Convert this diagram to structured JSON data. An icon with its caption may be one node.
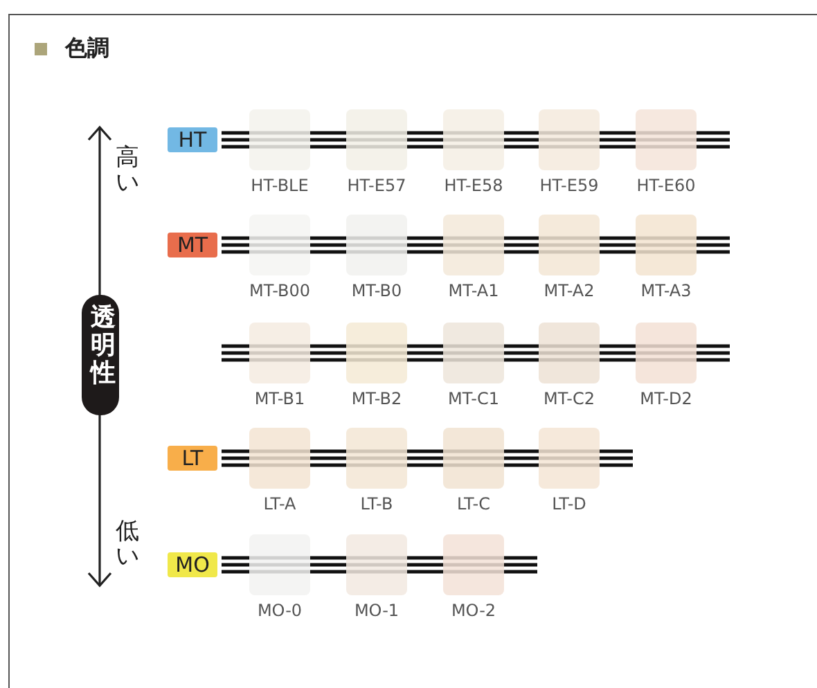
{
  "diagram": {
    "title": "色調",
    "nodes": [
      {
        "text": [
          "HT"
        ]
      },
      {
        "text": [],
        "shape": "box",
        "beside": [
          "HT-BLE"
        ]
      },
      {
        "text": [],
        "shape": "box",
        "beside": [
          "HT-E57"
        ]
      },
      {
        "text": [],
        "shape": "box",
        "beside": [
          "HT-E58"
        ]
      },
      {
        "text": [],
        "shape": "box",
        "beside": [
          "HT-E59"
        ]
      },
      {
        "text": [],
        "shape": "box",
        "beside": [
          "HT-E60"
        ]
      },
      {
        "text": [
          "MT"
        ]
      },
      {
        "text": [],
        "shape": "box",
        "beside": [
          "MT-B00"
        ]
      },
      {
        "text": [],
        "shape": "box",
        "beside": [
          "MT-B0"
        ]
      },
      {
        "text": [],
        "shape": "box",
        "beside": [
          "MT-A1"
        ]
      },
      {
        "text": [],
        "shape": "box",
        "beside": [
          "MT-A2"
        ]
      },
      {
        "text": [],
        "shape": "box",
        "beside": [
          "MT-A3"
        ]
      },
      {
        "text": [
          "透明性"
        ]
      },
      {
        "text": [],
        "shape": "box",
        "beside": [
          "MT-B1"
        ]
      },
      {
        "text": [],
        "shape": "box",
        "beside": [
          "MT-B2"
        ]
      },
      {
        "text": [],
        "shape": "box",
        "beside": [
          "MT-C1"
        ]
      },
      {
        "text": [],
        "shape": "box",
        "beside": [
          "MT-C2"
        ]
      },
      {
        "text": [],
        "shape": "box",
        "beside": [
          "MT-D2"
        ]
      },
      {
        "text": [
          "LT"
        ]
      },
      {
        "text": [],
        "shape": "box",
        "beside": [
          "LT-A"
        ]
      },
      {
        "text": [],
        "shape": "box",
        "beside": [
          "LT-B"
        ]
      },
      {
        "text": [],
        "shape": "box",
        "beside": [
          "LT-C"
        ]
      },
      {
        "text": [],
        "shape": "box",
        "beside": [
          "LT-D"
        ]
      },
      {
        "text": [
          "MO"
        ]
      },
      {
        "text": [],
        "shape": "box",
        "beside": [
          "MO-0"
        ]
      },
      {
        "text": [],
        "shape": "box",
        "beside": [
          "MO-1"
        ]
      },
      {
        "text": [],
        "shape": "box",
        "beside": [
          "MO-2"
        ]
      }
    ],
    "labels": [
      "高い",
      "低い"
    ]
  }
}
